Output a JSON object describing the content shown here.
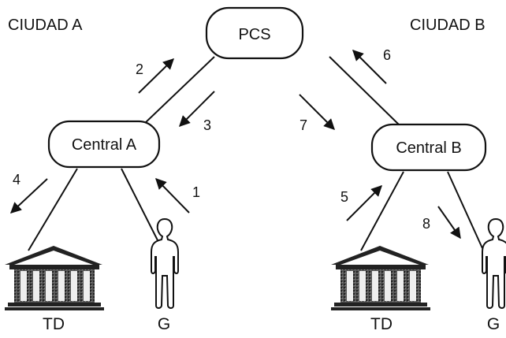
{
  "cities": {
    "a": "CIUDAD A",
    "b": "CIUDAD B"
  },
  "nodes": {
    "pcs": "PCS",
    "central_a": "Central A",
    "central_b": "Central B"
  },
  "steps": [
    "1",
    "2",
    "3",
    "4",
    "5",
    "6",
    "7",
    "8"
  ],
  "bottom_labels": {
    "td_a": "TD",
    "g_a": "G",
    "td_b": "TD",
    "g_b": "G"
  }
}
